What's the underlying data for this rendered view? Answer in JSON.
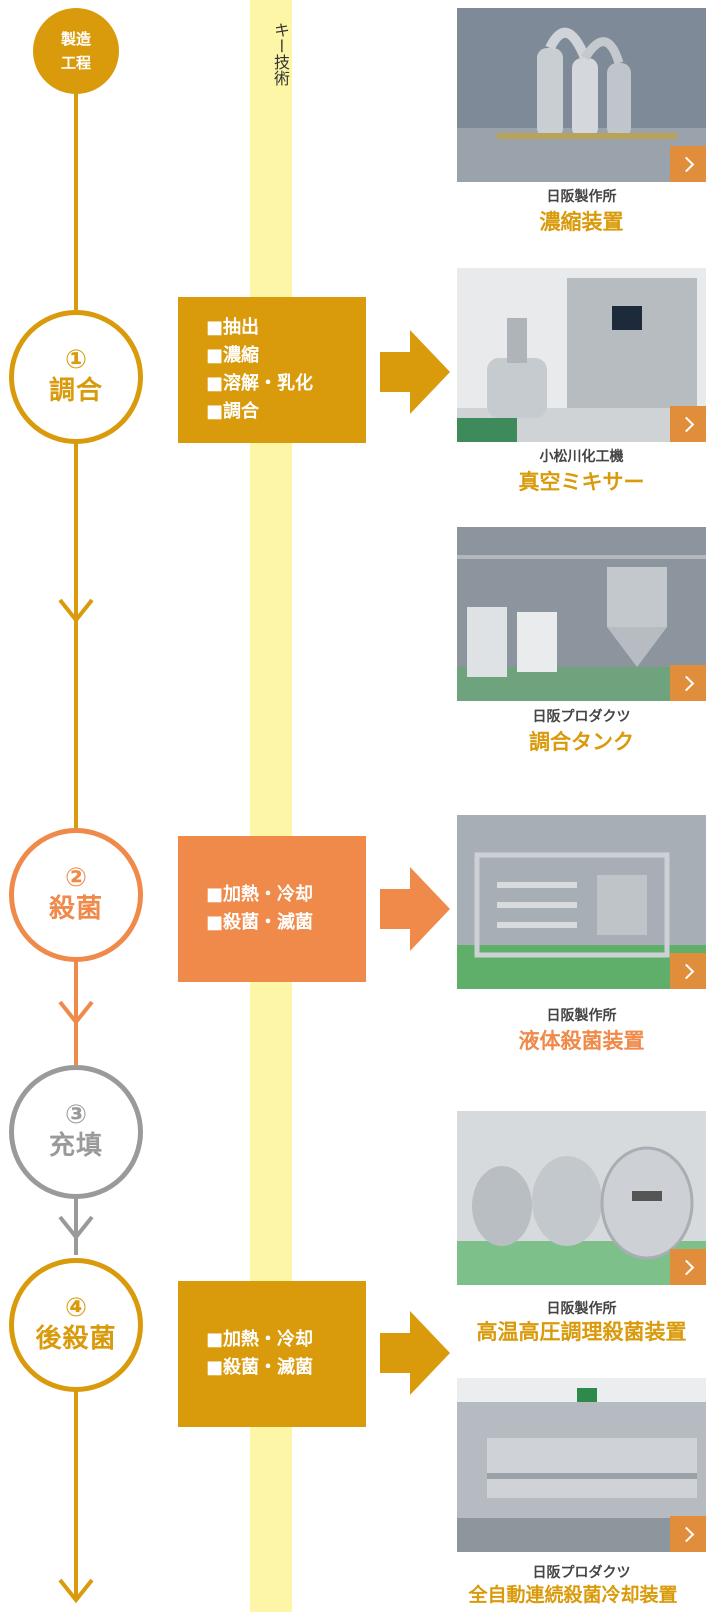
{
  "key_label": "キー技術",
  "start": {
    "line1": "製造",
    "line2": "工程"
  },
  "colors": {
    "gold": "#d99a0b",
    "coral": "#ef8a4a",
    "gray": "#9a9a9a",
    "key_band": "#fdf6a6"
  },
  "steps": [
    {
      "num": "①",
      "name": "調合"
    },
    {
      "num": "②",
      "name": "殺菌"
    },
    {
      "num": "③",
      "name": "充填"
    },
    {
      "num": "④",
      "name": "後殺菌"
    }
  ],
  "tech_boxes": [
    {
      "items": [
        "■抽出",
        "■濃縮",
        "■溶解・乳化",
        "■調合"
      ]
    },
    {
      "items": [
        "■加熱・冷却",
        "■殺菌・滅菌"
      ]
    },
    {
      "items": [
        "■加熱・冷却",
        "■殺菌・滅菌"
      ]
    }
  ],
  "products": [
    {
      "maker": "日阪製作所",
      "name": "濃縮装置"
    },
    {
      "maker": "小松川化工機",
      "name": "真空ミキサー"
    },
    {
      "maker": "日阪プロダクツ",
      "name": "調合タンク"
    },
    {
      "maker": "日阪製作所",
      "name": "液体殺菌装置"
    },
    {
      "maker": "日阪製作所",
      "name": "高温高圧調理殺菌装置"
    },
    {
      "maker": "日阪プロダクツ",
      "name": "全自動連続殺菌冷却装置"
    }
  ],
  "icons": {
    "arrow": "right-arrow-icon",
    "chevron": "chevron-right-icon"
  }
}
